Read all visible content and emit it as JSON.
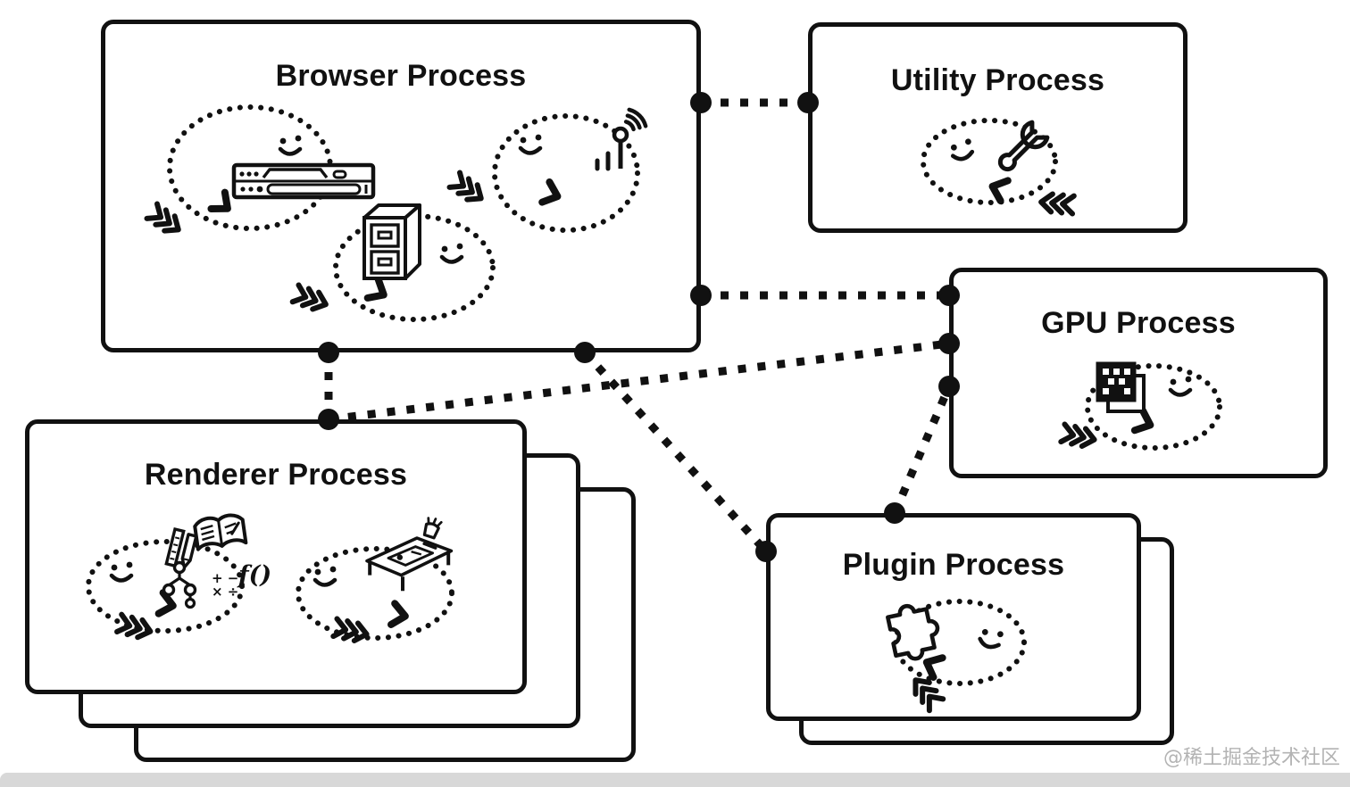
{
  "meta": {
    "background": "#ffffff",
    "ink": "#111111",
    "footer_bar_color": "#d8d8d8"
  },
  "watermark": {
    "text": "@稀土掘金技术社区",
    "color": "#b3b3b3"
  },
  "boxes": {
    "browser": {
      "title": "Browser Process",
      "stack_count": 1,
      "icons": [
        "browser-toolbar-icon",
        "file-cabinet-icon",
        "antenna-icon",
        "smiley-icon",
        "flow-arrow-icon",
        "flow-chevrons-icon"
      ]
    },
    "utility": {
      "title": "Utility Process",
      "stack_count": 1,
      "icons": [
        "wrench-icon",
        "smiley-icon",
        "flow-arrow-icon",
        "flow-chevrons-icon"
      ]
    },
    "gpu": {
      "title": "GPU Process",
      "stack_count": 1,
      "icons": [
        "raster-grid-icon",
        "smiley-icon",
        "flow-arrow-icon",
        "flow-chevrons-icon"
      ]
    },
    "renderer": {
      "title": "Renderer Process",
      "stack_count": 3,
      "icons": [
        "ruler-pencil-icon",
        "book-icon",
        "dom-tree-icon",
        "math-symbols-label",
        "function-label",
        "drafting-table-icon",
        "smiley-icon",
        "flow-arrow-icon",
        "flow-chevrons-icon"
      ],
      "math_line1": "+ −",
      "math_line2": "× ÷",
      "fn_label": "f()"
    },
    "plugin": {
      "title": "Plugin Process",
      "stack_count": 2,
      "icons": [
        "puzzle-icon",
        "smiley-icon",
        "flow-arrow-icon",
        "flow-chevrons-icon"
      ]
    }
  },
  "connections": [
    {
      "from": "browser-process-right",
      "to": "utility-process-left",
      "style": "dotted"
    },
    {
      "from": "browser-process-right",
      "to": "gpu-process-left",
      "style": "dotted"
    },
    {
      "from": "browser-process-bottom",
      "to": "renderer-process-top",
      "style": "dotted"
    },
    {
      "from": "renderer-process-top",
      "to": "gpu-process-left",
      "style": "dotted"
    },
    {
      "from": "browser-process-bottom",
      "to": "plugin-process-left",
      "style": "dotted"
    },
    {
      "from": "plugin-process-top",
      "to": "gpu-process-left",
      "style": "dotted"
    }
  ]
}
